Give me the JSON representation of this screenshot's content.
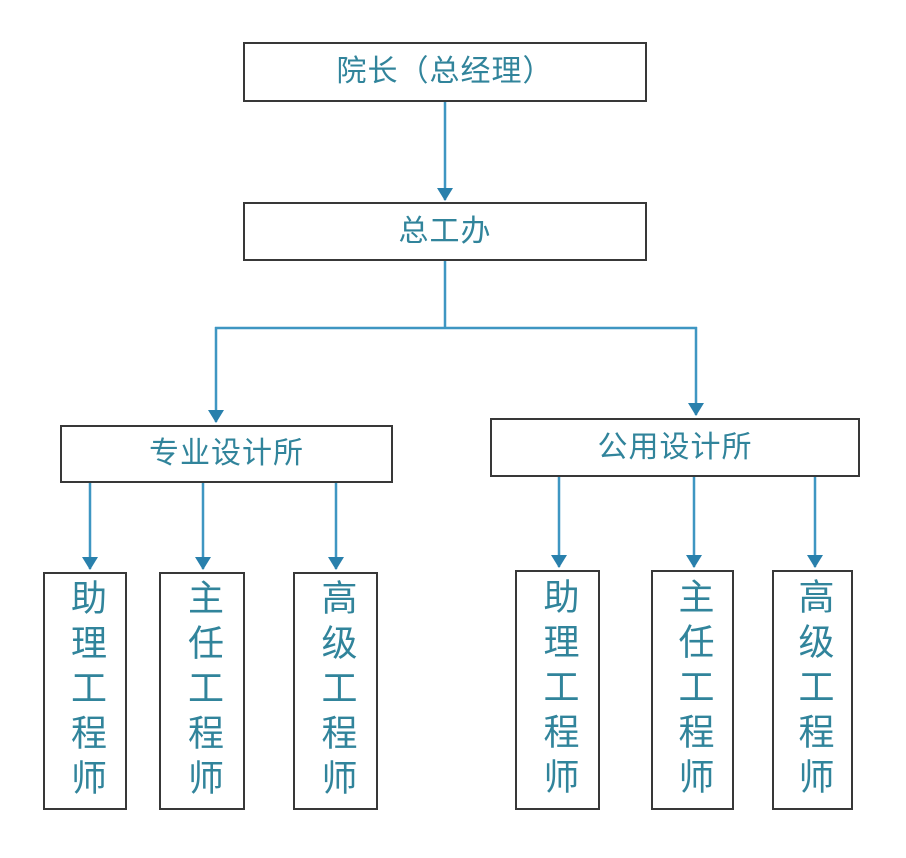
{
  "colors": {
    "background": "#ffffff",
    "box_border": "#383838",
    "text": "#31849B",
    "connector": "#3E96C2",
    "arrow": "#2980AC"
  },
  "nodes": {
    "president": {
      "label": "院长（总经理）"
    },
    "chief_office": {
      "label": "总工办"
    },
    "dept_left": {
      "label": "专业设计所"
    },
    "dept_right": {
      "label": "公用设计所"
    },
    "left_children": [
      {
        "label": "助理工程师"
      },
      {
        "label": "主任工程师"
      },
      {
        "label": "高级工程师"
      }
    ],
    "right_children": [
      {
        "label": "助理工程师"
      },
      {
        "label": "主任工程师"
      },
      {
        "label": "高级工程师"
      }
    ]
  }
}
